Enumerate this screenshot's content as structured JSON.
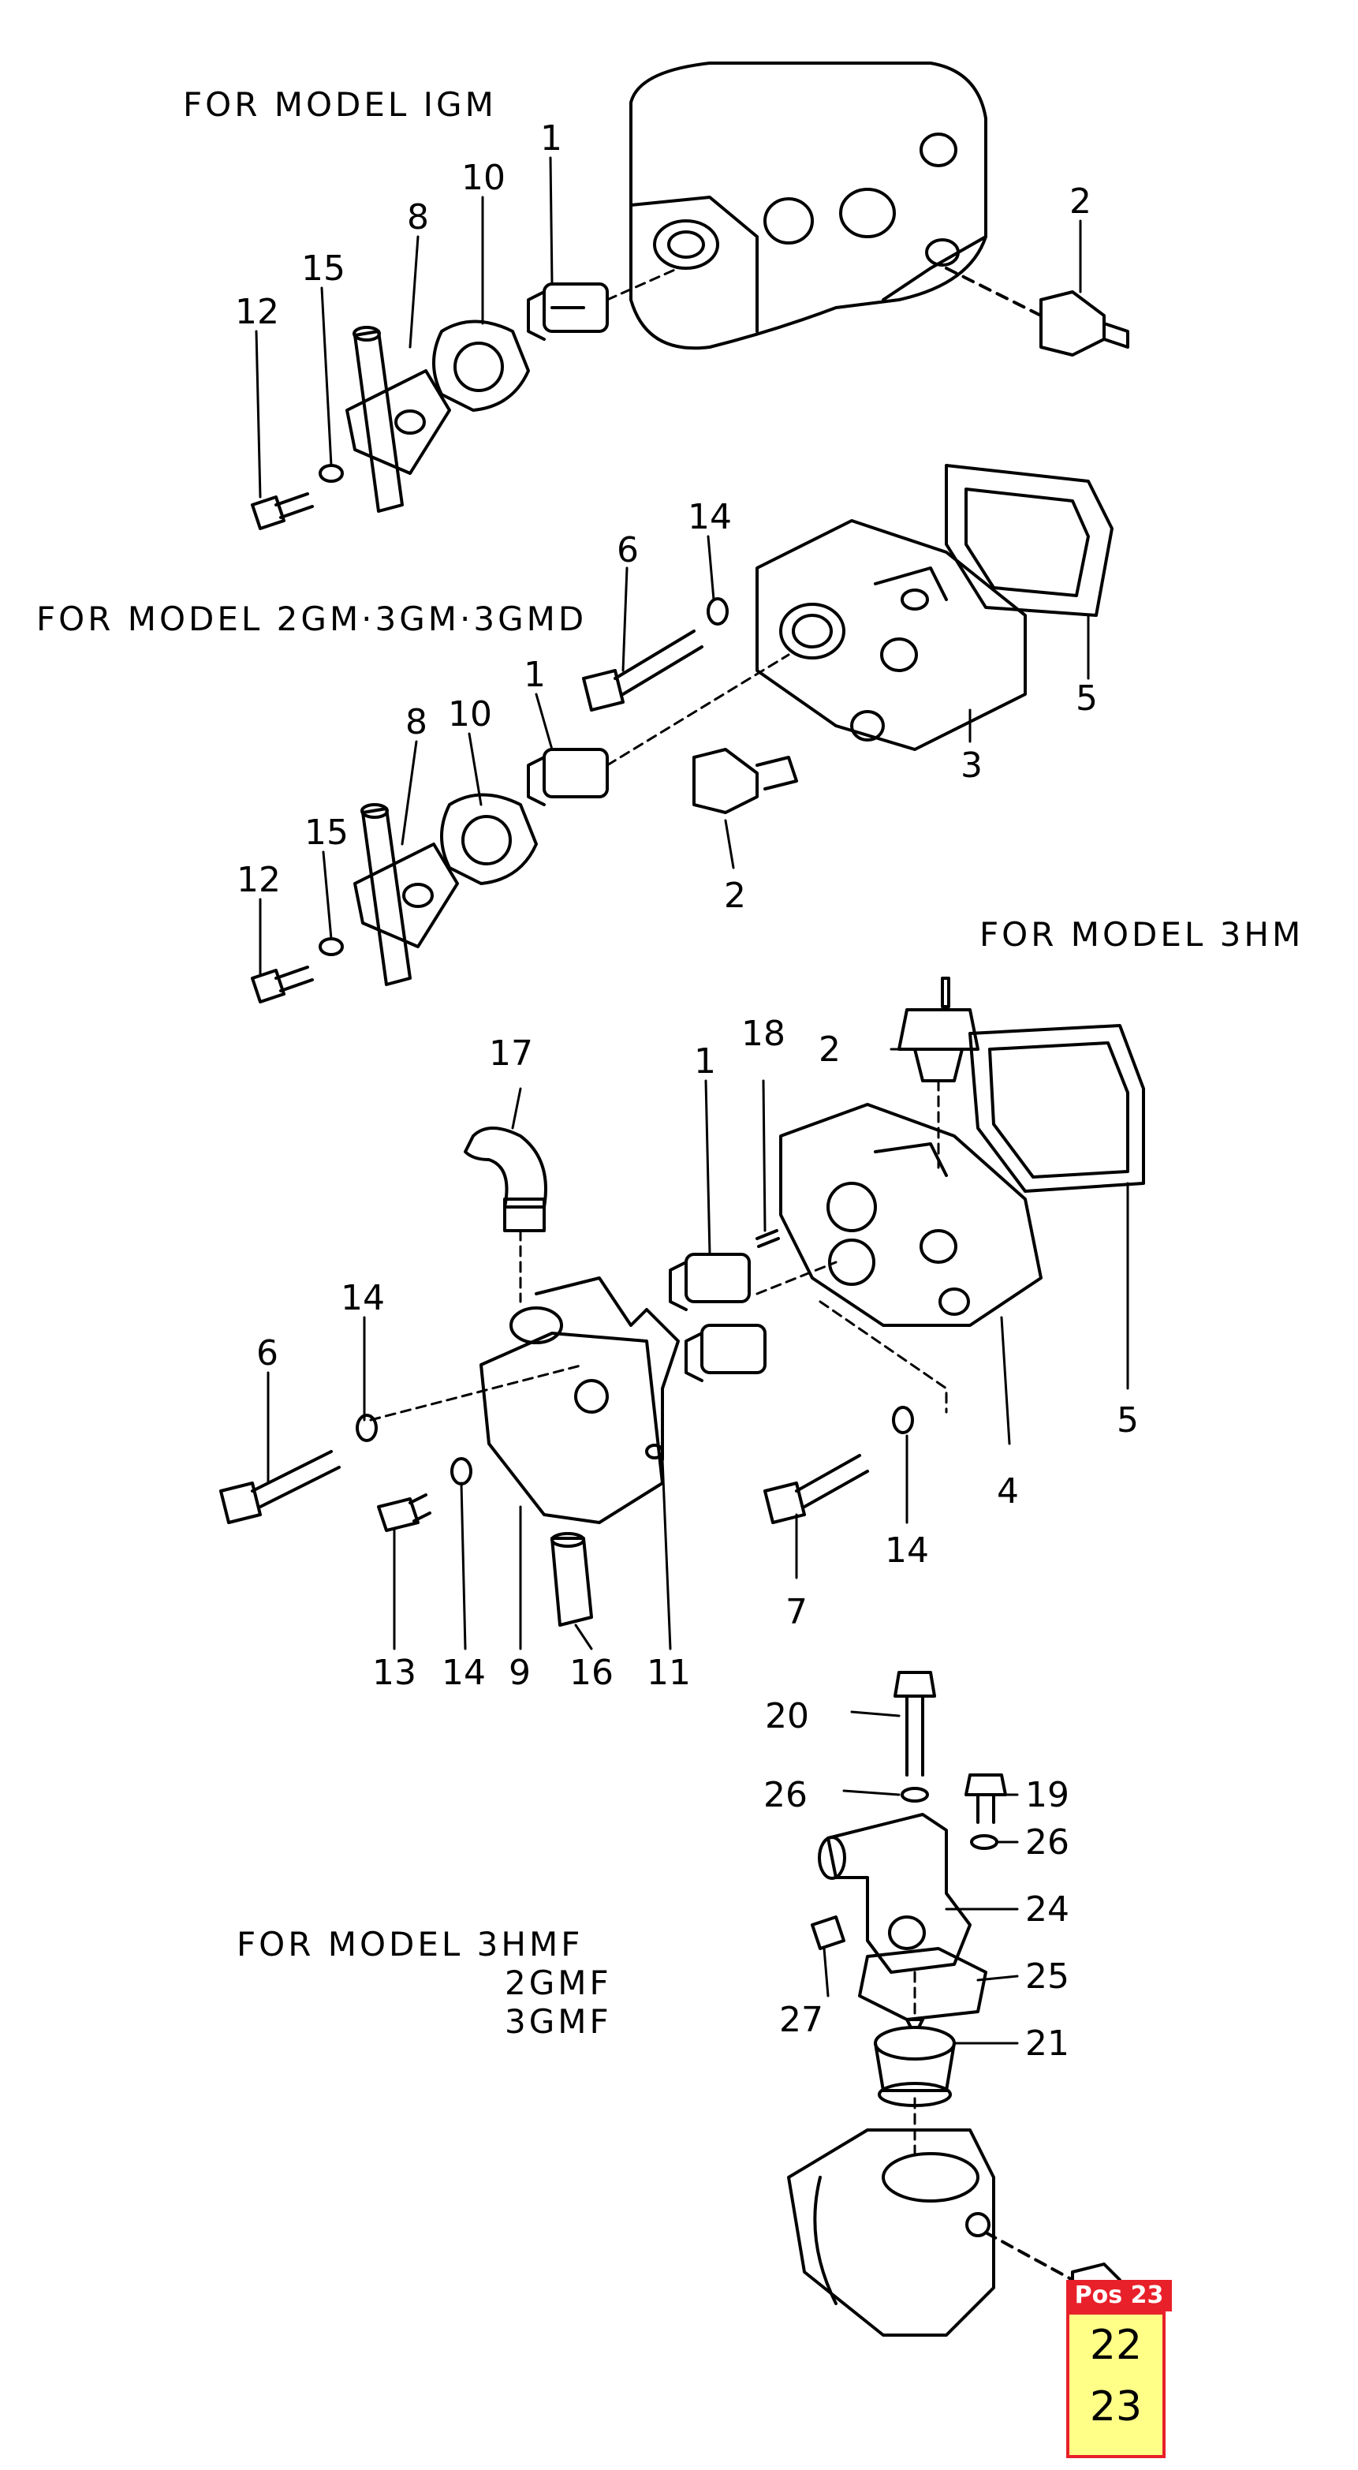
{
  "sections": {
    "gm1": {
      "title": "FOR MODEL IGM"
    },
    "gm23": {
      "title": "FOR MODEL 2GM·3GM·3GMD"
    },
    "hm3": {
      "title": "FOR MODEL 3HM"
    },
    "hmf": {
      "title_lines": [
        "FOR MODEL 3HMF",
        "2GMF",
        "3GMF"
      ]
    }
  },
  "callouts": [
    {
      "id": "c1",
      "text": "1"
    },
    {
      "id": "c2",
      "text": "2"
    },
    {
      "id": "c3",
      "text": "8"
    },
    {
      "id": "c4",
      "text": "10"
    },
    {
      "id": "c5",
      "text": "15"
    },
    {
      "id": "c6",
      "text": "12"
    },
    {
      "id": "c7",
      "text": "14"
    },
    {
      "id": "c8",
      "text": "6"
    },
    {
      "id": "c9",
      "text": "1"
    },
    {
      "id": "c10",
      "text": "10"
    },
    {
      "id": "c11",
      "text": "8"
    },
    {
      "id": "c12",
      "text": "15"
    },
    {
      "id": "c13",
      "text": "12"
    },
    {
      "id": "c14",
      "text": "5"
    },
    {
      "id": "c15",
      "text": "3"
    },
    {
      "id": "c16",
      "text": "2"
    },
    {
      "id": "c17",
      "text": "17"
    },
    {
      "id": "c18",
      "text": "1"
    },
    {
      "id": "c19",
      "text": "18"
    },
    {
      "id": "c20",
      "text": "2"
    },
    {
      "id": "c21",
      "text": "14"
    },
    {
      "id": "c22",
      "text": "6"
    },
    {
      "id": "c23",
      "text": "5"
    },
    {
      "id": "c24",
      "text": "4"
    },
    {
      "id": "c25",
      "text": "14"
    },
    {
      "id": "c26",
      "text": "7"
    },
    {
      "id": "c27",
      "text": "13"
    },
    {
      "id": "c28",
      "text": "14"
    },
    {
      "id": "c29",
      "text": "9"
    },
    {
      "id": "c30",
      "text": "16"
    },
    {
      "id": "c31",
      "text": "11"
    },
    {
      "id": "c32",
      "text": "20"
    },
    {
      "id": "c33",
      "text": "26"
    },
    {
      "id": "c34",
      "text": "19"
    },
    {
      "id": "c35",
      "text": "26"
    },
    {
      "id": "c36",
      "text": "24"
    },
    {
      "id": "c37",
      "text": "25"
    },
    {
      "id": "c38",
      "text": "27"
    },
    {
      "id": "c39",
      "text": "21"
    }
  ],
  "position_tag": {
    "label": "Pos 23",
    "numbers": [
      "22",
      "23"
    ]
  },
  "colors": {
    "ink": "#000000",
    "tag_red": "#e8202a",
    "tag_yellow": "#ffff88"
  }
}
